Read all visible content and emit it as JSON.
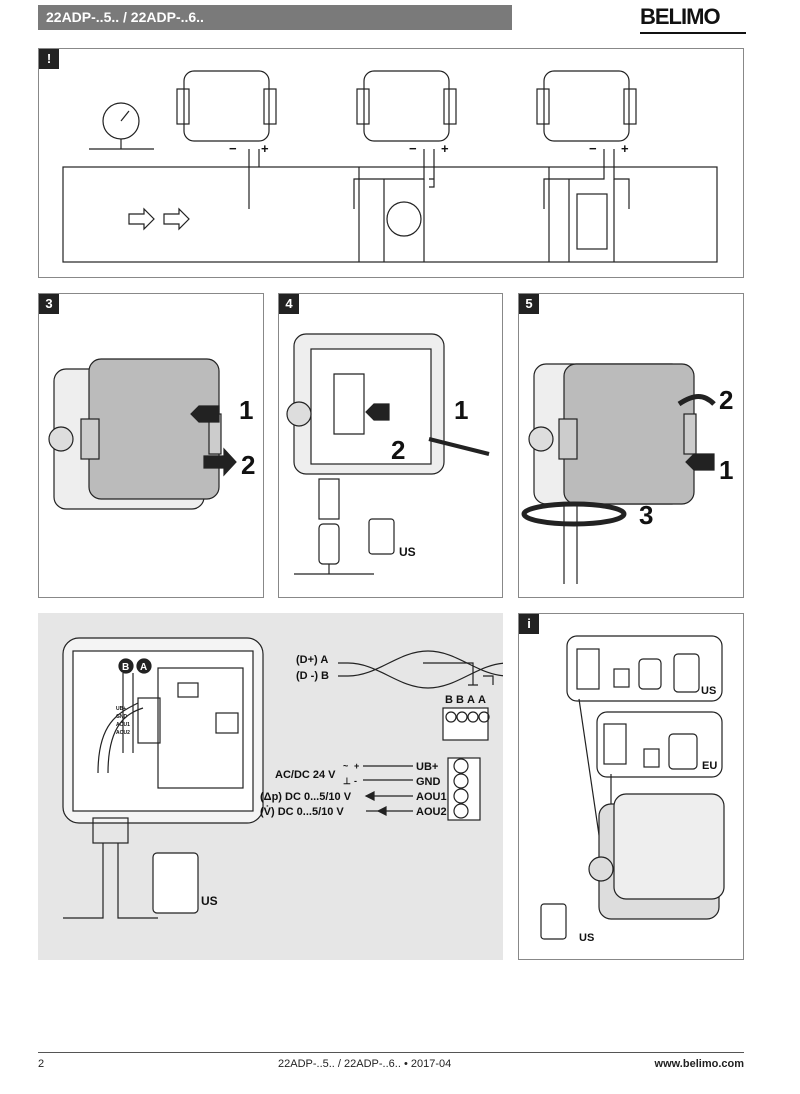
{
  "header": {
    "title": "22ADP-..5.. / 22ADP-..6..",
    "logo": "BELIMO"
  },
  "panels": {
    "warning": {
      "tag": "!",
      "symbols": {
        "minus": "−",
        "plus": "+"
      }
    },
    "step3": {
      "tag": "3",
      "labels": [
        "1",
        "2"
      ]
    },
    "step4": {
      "tag": "4",
      "labels": [
        "1",
        "2"
      ],
      "us": "US"
    },
    "step5": {
      "tag": "5",
      "labels": [
        "2",
        "1",
        "3"
      ]
    },
    "wiring": {
      "terminals_top": [
        "B",
        "A"
      ],
      "bus": {
        "d_plus": "(D+) A",
        "d_minus": "(D -) B",
        "terminal_labels": [
          "B",
          "B",
          "A",
          "A"
        ]
      },
      "supply": "AC/DC 24 V",
      "supply_symbols": [
        "~",
        "+",
        "⊥",
        "-"
      ],
      "signals": [
        {
          "left": "",
          "right": "UB+"
        },
        {
          "left": "",
          "right": "GND"
        },
        {
          "left": "(Δp) DC 0...5/10 V",
          "right": "AOU1"
        },
        {
          "left": "(V̇)  DC 0...5/10 V",
          "right": "AOU2"
        }
      ],
      "board_labels": [
        "UB+",
        "GND",
        "AOU1",
        "AOU2"
      ],
      "us": "US"
    },
    "info": {
      "tag": "i",
      "us": "US",
      "eu": "EU",
      "us2": "US"
    }
  },
  "footer": {
    "page": "2",
    "doc": "22ADP-..5.. / 22ADP-..6.. • 2017-04",
    "url": "www.belimo.com"
  }
}
